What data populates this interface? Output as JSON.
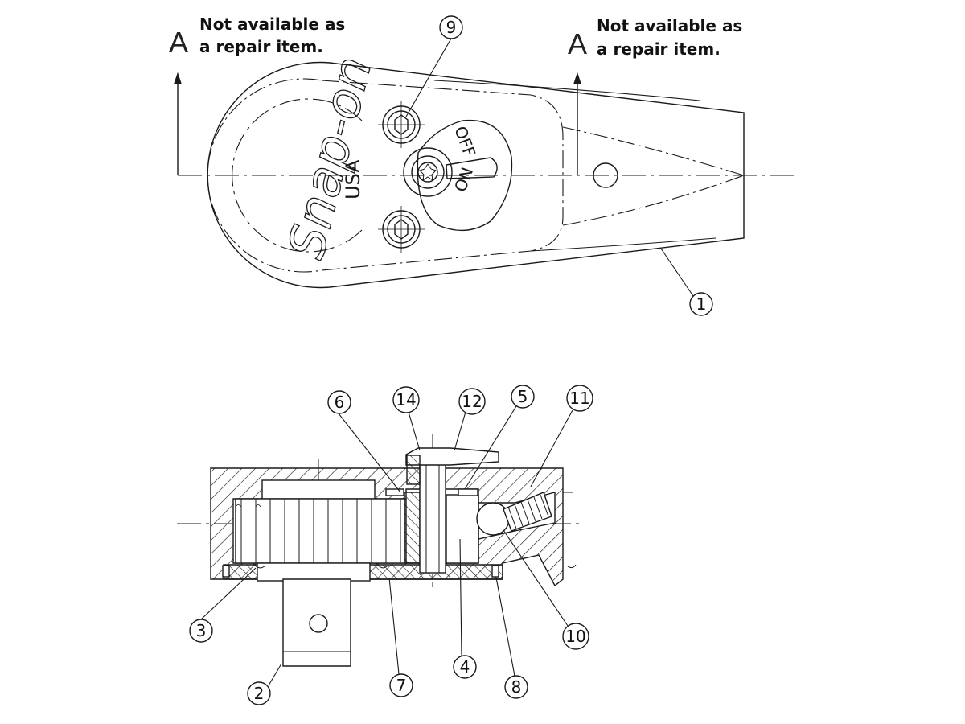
{
  "notes": {
    "left": {
      "section": "A",
      "line1": "Not available as",
      "line2": "a repair item."
    },
    "right": {
      "section": "A",
      "line1": "Not available as",
      "line2": "a repair item."
    }
  },
  "head_markings": {
    "brand": "Snap-on",
    "country": "USA",
    "switch_on": "ON",
    "switch_off": "OFF"
  },
  "callouts": [
    "1",
    "2",
    "3",
    "4",
    "5",
    "6",
    "7",
    "8",
    "9",
    "10",
    "11",
    "12",
    "14"
  ],
  "colors": {
    "line": "#1a1a1a",
    "paper": "#ffffff"
  }
}
